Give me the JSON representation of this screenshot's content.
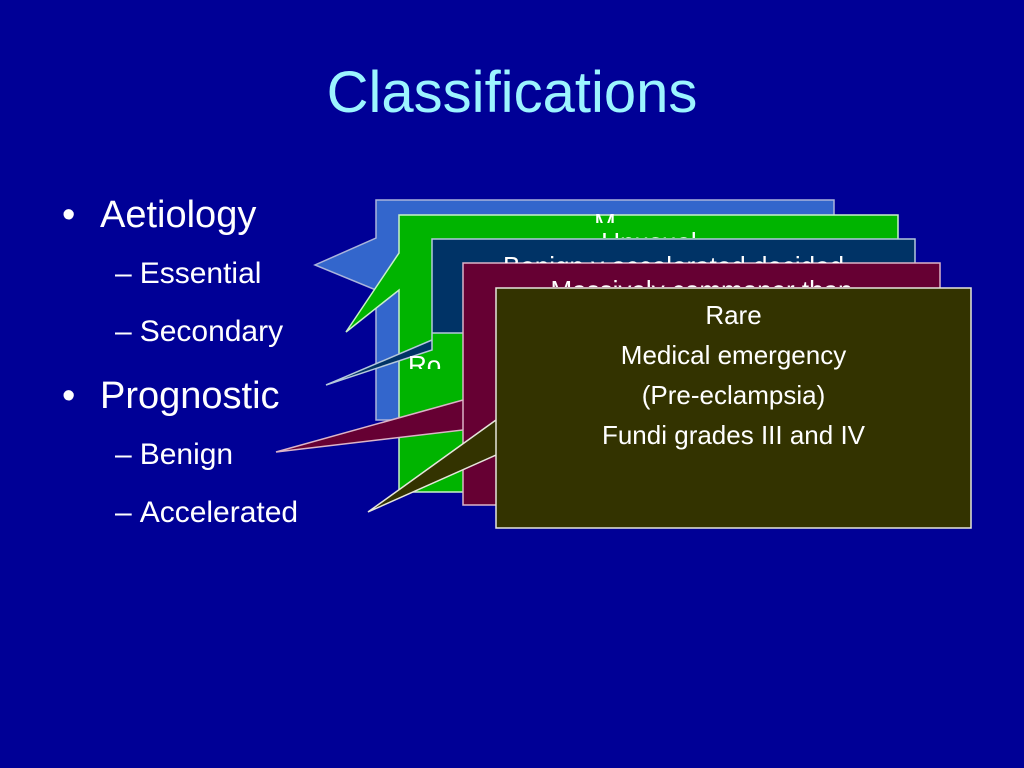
{
  "slide": {
    "title": "Classifications",
    "bullets": [
      {
        "label": "Aetiology",
        "sub": [
          "Essential",
          "Secondary"
        ]
      },
      {
        "label": "Prognostic",
        "sub": [
          "Benign",
          "Accelerated"
        ]
      }
    ]
  },
  "callouts": [
    {
      "color": "#3366cc",
      "lines": [
        "M"
      ]
    },
    {
      "color": "#00b400",
      "lines": [
        "Unusual"
      ]
    },
    {
      "color": "#003366",
      "lines": [
        "Benign v accelerated decided"
      ]
    },
    {
      "color": "#660033",
      "lines": [
        "Massively commoner than"
      ]
    },
    {
      "color": "#333300",
      "lines": [
        "Rare",
        "Medical emergency",
        "(Pre-eclampsia)",
        "Fundi grades III and IV"
      ]
    }
  ],
  "fragments": {
    "partial_ro": "Ro"
  }
}
